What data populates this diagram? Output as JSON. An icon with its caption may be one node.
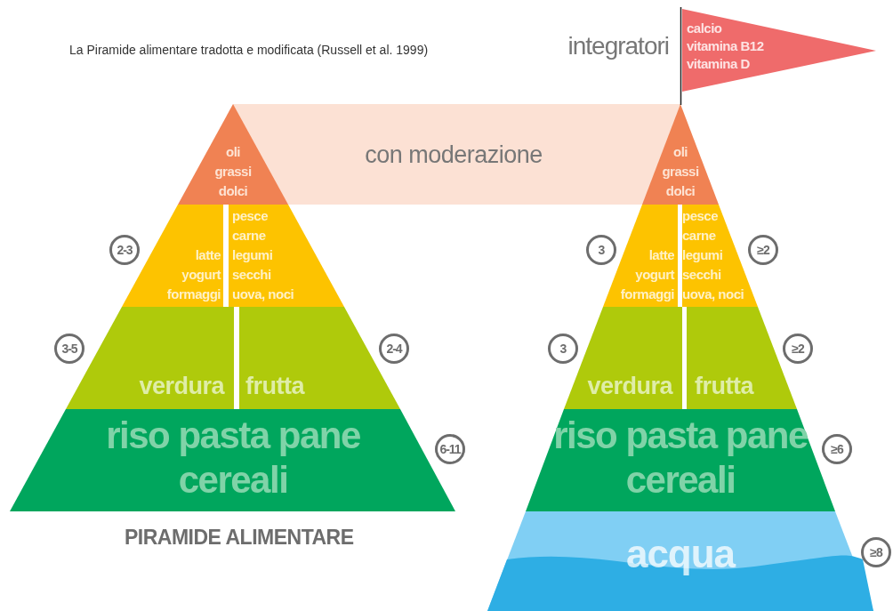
{
  "diagram": {
    "nodes": [
      {
        "text": [
          "oli",
          "grassi",
          "dolci"
        ]
      },
      {
        "text": [
          "latte",
          "yogurt",
          "formaggi"
        ]
      },
      {
        "text": [
          "pesce",
          "carne",
          "legumi",
          "secchi",
          "uova, noci"
        ]
      },
      {
        "text": [
          "verdura"
        ]
      },
      {
        "text": [
          "frutta"
        ]
      },
      {
        "text": [
          "riso pasta pane cereali"
        ]
      },
      {
        "text": [
          "con moderazione"
        ]
      },
      {
        "text": [
          "oli",
          "grassi",
          "dolci"
        ]
      },
      {
        "text": [
          "latte",
          "yogurt",
          "formaggi"
        ]
      },
      {
        "text": [
          "pesce",
          "carne",
          "legumi",
          "secchi",
          "uova, noci"
        ]
      },
      {
        "text": [
          "verdura"
        ]
      },
      {
        "text": [
          "frutta"
        ]
      },
      {
        "text": [
          "riso pasta pane cereali"
        ]
      },
      {
        "text": [
          "acqua"
        ]
      },
      {
        "text": [
          "calcio",
          "vitamina B12",
          "vitamina D"
        ],
        "beside": [
          "integratori"
        ]
      }
    ],
    "edges": [],
    "labels": [
      "La Piramide alimentare tradotta e modificata (Russell et al. 1999)",
      "2-3",
      "3-5",
      "2-4",
      "6-11",
      "PIRAMIDE ALIMENTARE",
      "3",
      "≥2",
      "3",
      "≥2",
      "≥6",
      "≥8"
    ]
  }
}
